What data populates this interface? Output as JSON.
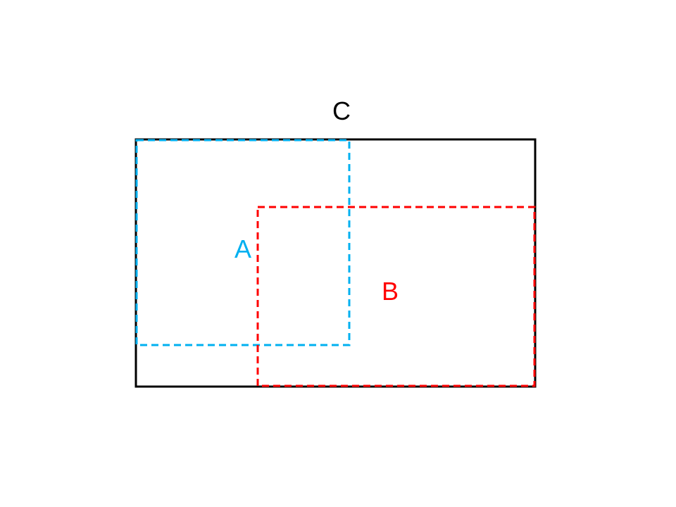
{
  "diagram": {
    "background": "#ffffff",
    "rectangles": {
      "c": {
        "label": "C",
        "color": "#000000",
        "line_style": "solid"
      },
      "a": {
        "label": "A",
        "color": "#00B0F0",
        "line_style": "dashed"
      },
      "b": {
        "label": "B",
        "color": "#FF0000",
        "line_style": "dashed"
      }
    }
  }
}
